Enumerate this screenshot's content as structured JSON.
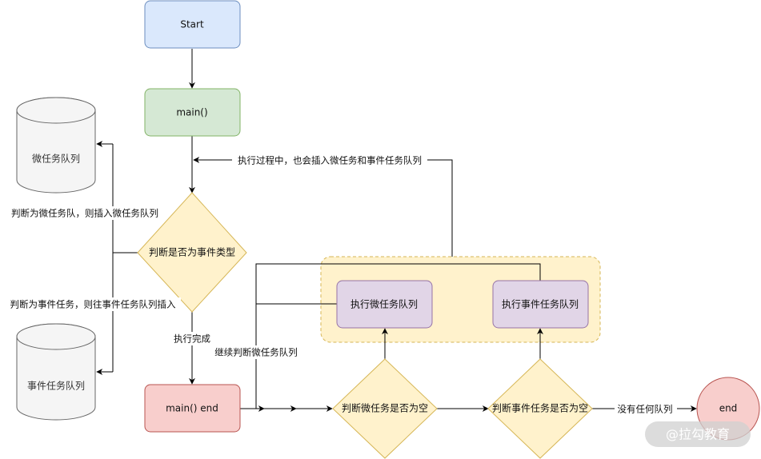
{
  "nodes": {
    "start": "Start",
    "main": "main()",
    "decide_event": "判断是否为事件类型",
    "main_end": "main() end",
    "exec_micro": "执行微任务队列",
    "exec_event": "执行事件任务队列",
    "check_micro": "判断微任务是否为空",
    "check_event": "判断事件任务是否为空",
    "end": "end",
    "micro_queue": "微任务队列",
    "event_queue": "事件任务队列"
  },
  "edge_labels": {
    "insert_during_exec": "执行过程中，也会插入微任务和事件任务队列",
    "is_micro": "判断为微任务队，则插入微任务队列",
    "is_event": "判断为事件任务，则往事件任务队列插入",
    "exec_done": "执行完成",
    "continue_micro": "继续判断微任务队列",
    "no_queue": "没有任何队列"
  },
  "watermark": "@拉勾教育",
  "colors": {
    "blue_fill": "#dae8fc",
    "blue_stroke": "#6c8ebf",
    "green_fill": "#d5e8d4",
    "green_stroke": "#82b366",
    "yellow_fill": "#fff2cc",
    "yellow_stroke": "#d6b656",
    "red_fill": "#f8cecc",
    "red_stroke": "#b85450",
    "purple_fill": "#e1d5e7",
    "purple_stroke": "#9673a6",
    "group_fill": "#fff2cc",
    "group_stroke": "#d6b656",
    "cyl_fill": "#f5f5f5",
    "cyl_stroke": "#666666"
  }
}
